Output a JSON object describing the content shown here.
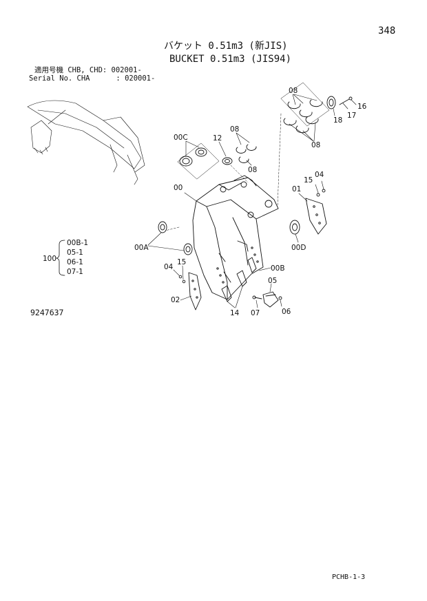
{
  "header": {
    "page_number": "348",
    "title_jp": "バケット 0.51m3 (新JIS)",
    "title_en": "BUCKET 0.51m3 (JIS94)"
  },
  "applicability": {
    "line1": "適用号機 CHB, CHD: 002001-",
    "line2": "Serial No. CHA      : 020001-"
  },
  "callouts": {
    "c08a": "08",
    "c08b": "08",
    "c08c": "08",
    "c08d": "08",
    "c16": "16",
    "c17": "17",
    "c18": "18",
    "c00C": "00C",
    "c12": "12",
    "c00": "00",
    "c15a": "15",
    "c04a": "04",
    "c01": "01",
    "c00A": "00A",
    "c00D": "00D",
    "c04b": "04",
    "c15b": "15",
    "c00B": "00B",
    "c05": "05",
    "c02": "02",
    "c14": "14",
    "c07": "07",
    "c06": "06"
  },
  "kit": {
    "number": "100",
    "items": [
      "00B-1",
      "05-1",
      "06-1",
      "07-1"
    ]
  },
  "reference": "9247637",
  "footer": "PCHB-1-3"
}
